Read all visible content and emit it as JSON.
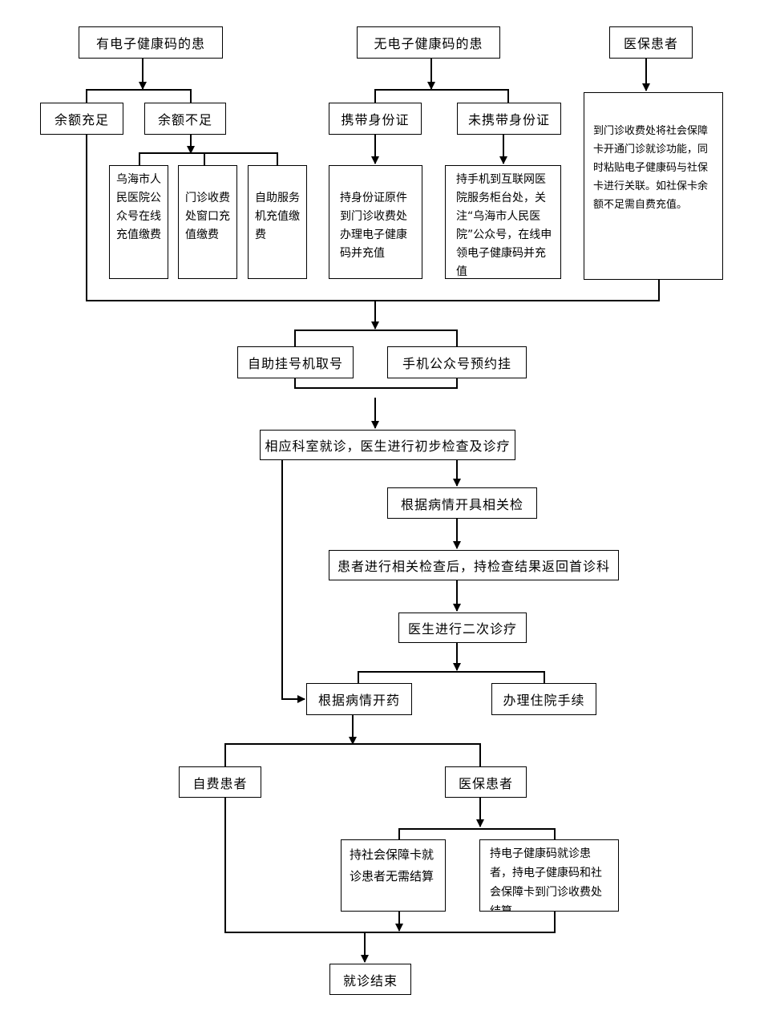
{
  "nodes": {
    "has_code": "有电子健康码的患",
    "no_code": "无电子健康码的患",
    "ins_top": "医保患者",
    "bal_ok": "余额充足",
    "bal_low": "余额不足",
    "with_id": "携带身份证",
    "without_id": "未携带身份证",
    "wechat_pay": "乌海市人民医院公众号在线充值缴费",
    "window_pay": "门诊收费处窗口充值缴费",
    "kiosk_pay": "自助服务机充值缴费",
    "id_card_proc": "持身份证原件到门诊收费处办理电子健康码并充值",
    "phone_proc": "持手机到互联网医院服务柜台处，关注“乌海市人民医院”公众号，在线申领电子健康码并充值",
    "ins_proc": "到门诊收费处将社会保障卡开通门诊就诊功能，同时粘贴电子健康码与社保卡进行关联。如社保卡余额不足需自费充值。",
    "kiosk_reg": "自助挂号机取号",
    "phone_reg": "手机公众号预约挂",
    "consult": "相应科室就诊，医生进行初步检查及诊疗",
    "order_tests": "根据病情开具相关检",
    "tests_return": "患者进行相关检查后，持检查结果返回首诊科",
    "second_consult": "医生进行二次诊疗",
    "prescribe": "根据病情开药",
    "hospitalize": "办理住院手续",
    "self_pay": "自费患者",
    "ins_bottom": "医保患者",
    "card_no_settle": "持社会保障卡就诊患者无需结算",
    "code_settle": "持电子健康码就诊患者，持电子健康码和社会保障卡到门诊收费处结算",
    "end": "就诊结束"
  }
}
